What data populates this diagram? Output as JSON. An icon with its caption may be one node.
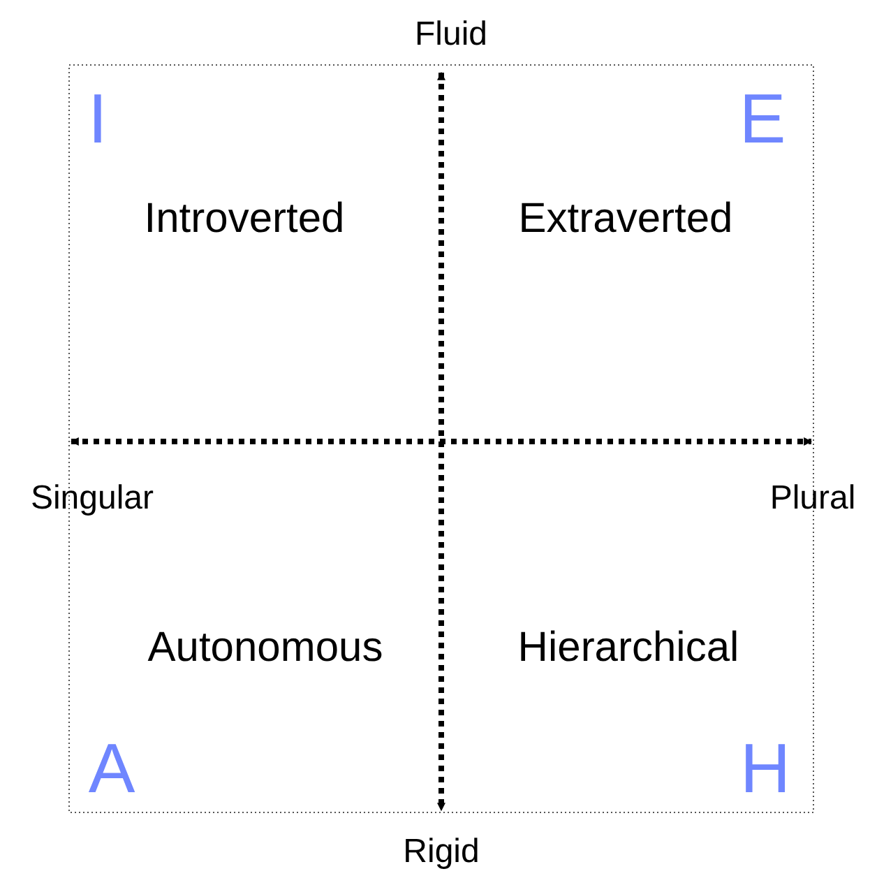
{
  "diagram": {
    "labels": [
      "Fluid",
      "I",
      "E",
      "Introverted",
      "Extraverted",
      "Singular",
      "Plural",
      "Autonomous",
      "Hierarchical",
      "A",
      "H",
      "Rigid"
    ]
  }
}
